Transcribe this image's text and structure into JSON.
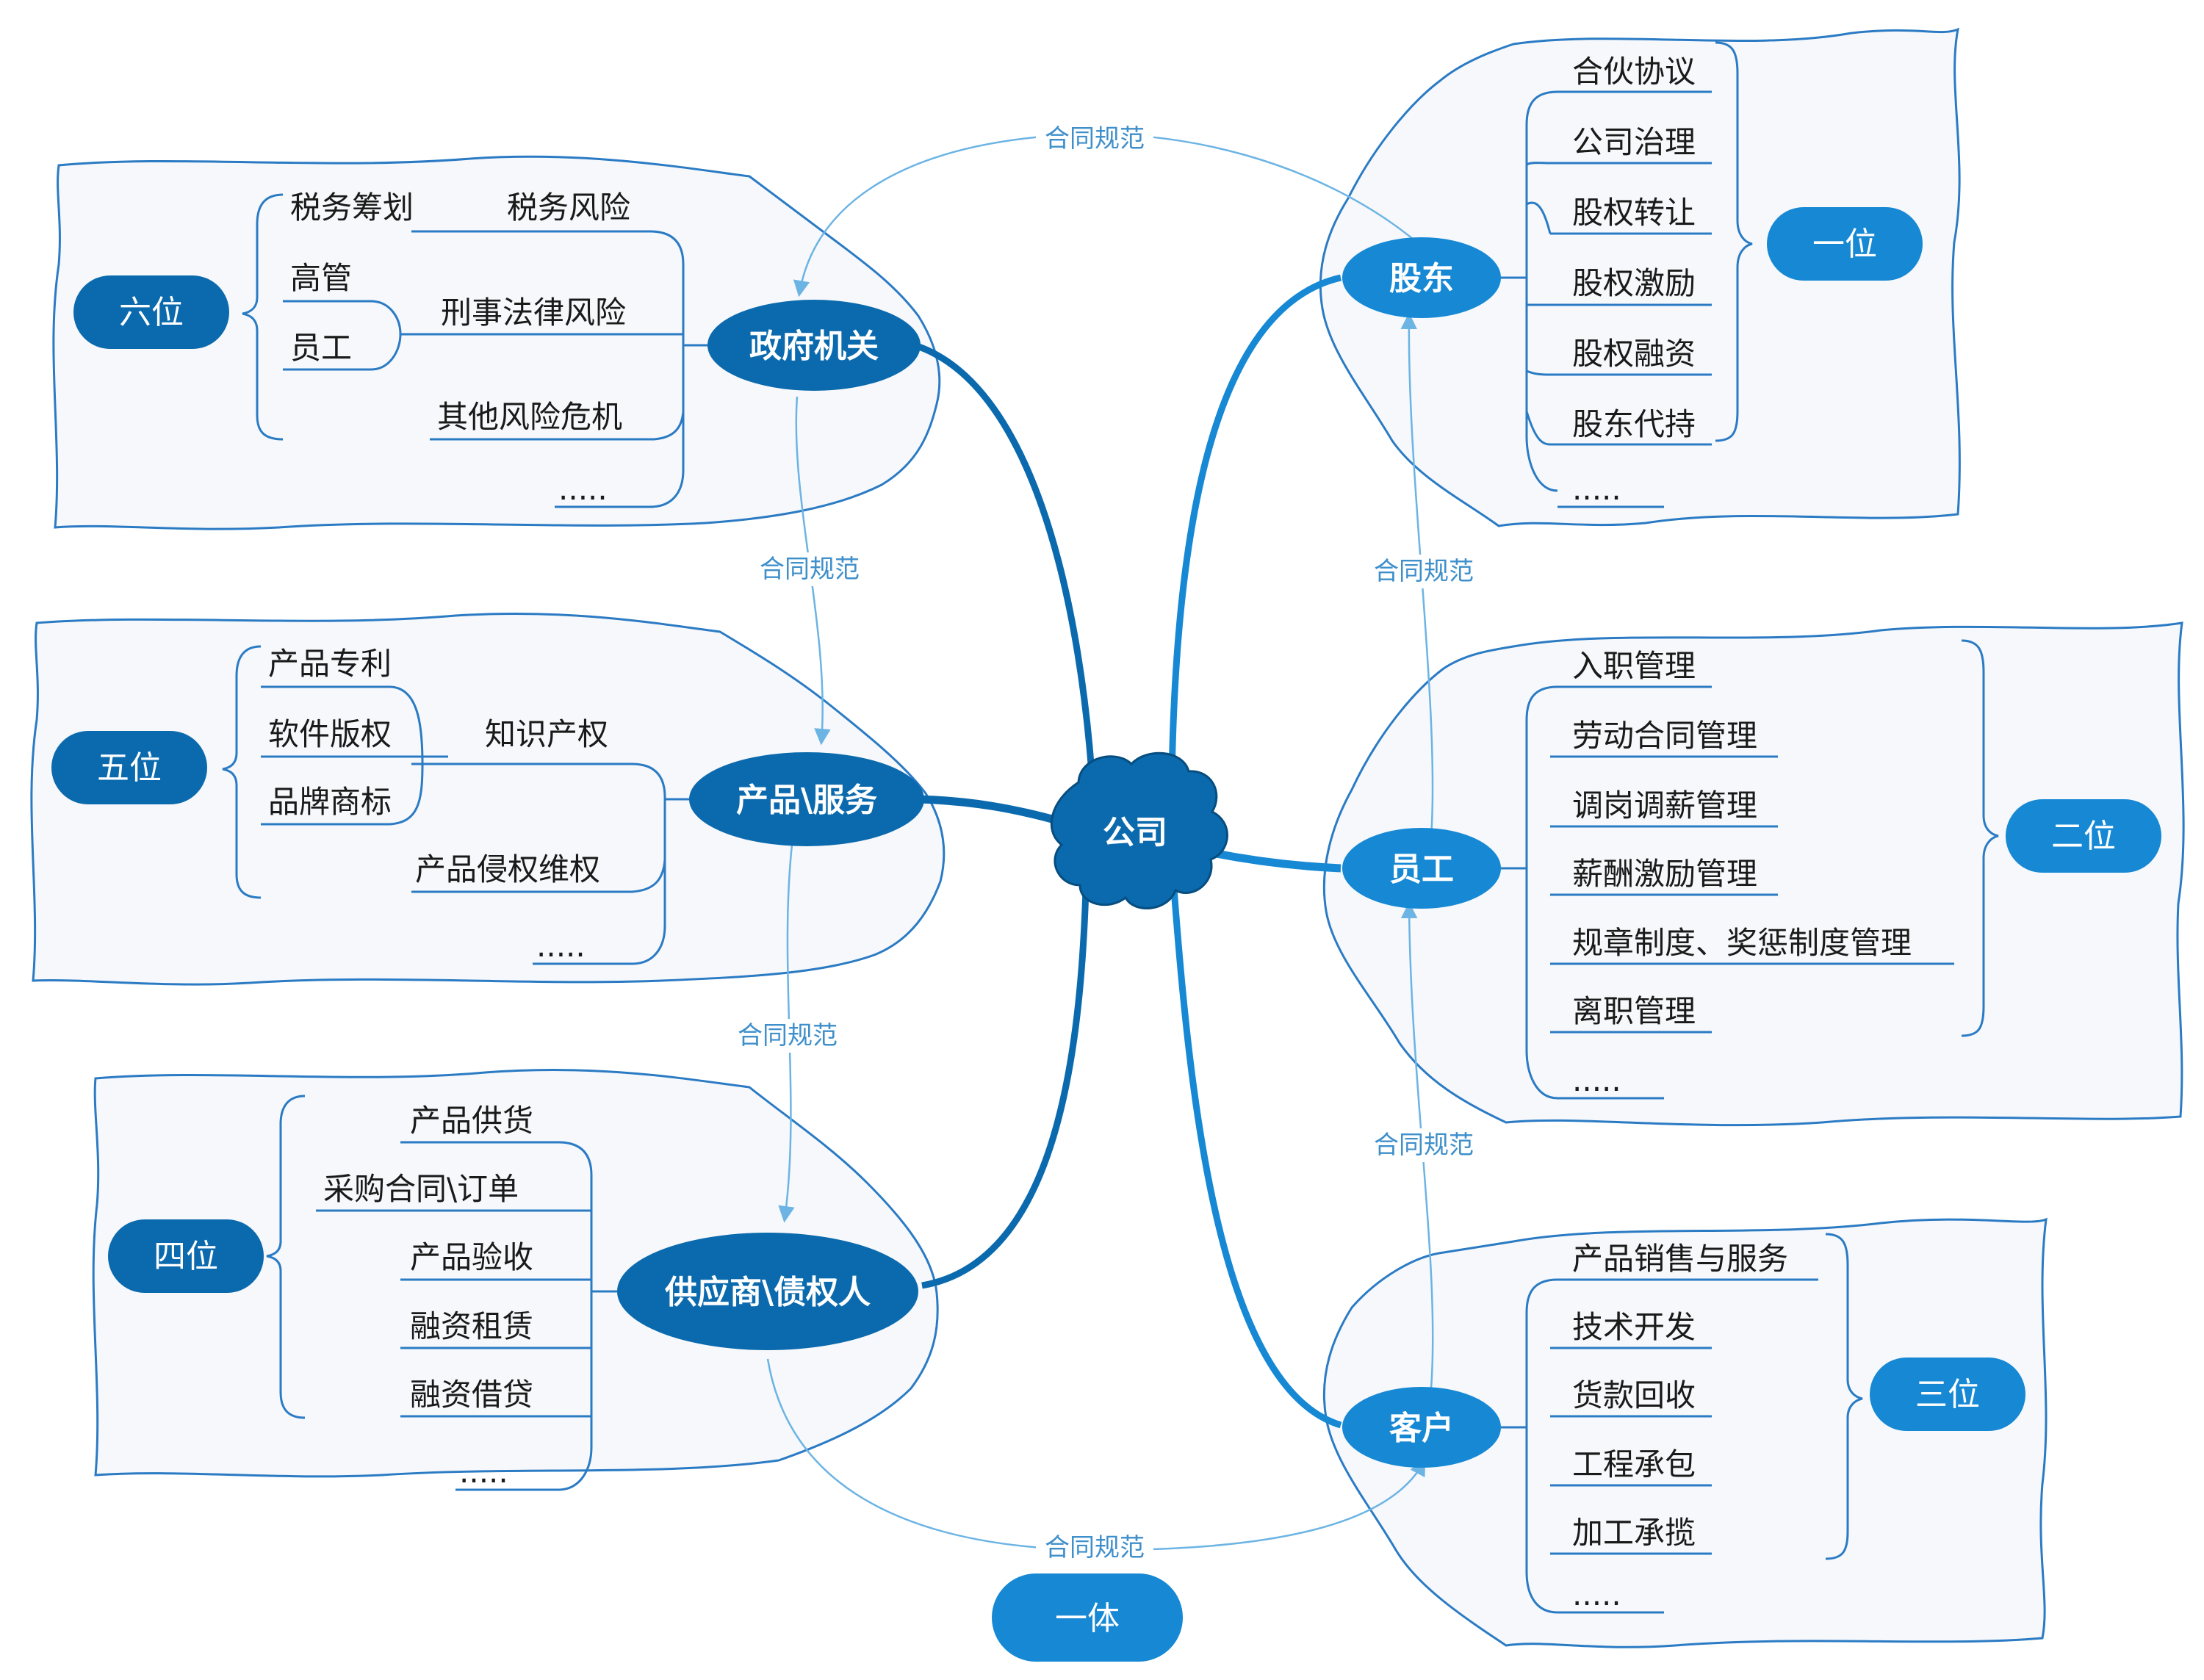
{
  "center": {
    "label": "公司"
  },
  "unity": {
    "label": "一体"
  },
  "branches": {
    "shareholder": {
      "label": "股东",
      "position": "一位",
      "items": [
        "合伙协议",
        "公司治理",
        "股权转让",
        "股权激励",
        "股权融资",
        "股东代持",
        "....."
      ]
    },
    "employee": {
      "label": "员工",
      "position": "二位",
      "items": [
        "入职管理",
        "劳动合同管理",
        "调岗调薪管理",
        "薪酬激励管理",
        "规章制度、奖惩制度管理",
        "离职管理",
        "....."
      ]
    },
    "customer": {
      "label": "客户",
      "position": "三位",
      "items": [
        "产品销售与服务",
        "技术开发",
        "货款回收",
        "工程承包",
        "加工承揽",
        "....."
      ]
    },
    "supplier": {
      "label": "供应商\\债权人",
      "position": "四位",
      "items": [
        "产品供货",
        "采购合同\\订单",
        "产品验收",
        "融资租赁",
        "融资借贷",
        "....."
      ]
    },
    "product": {
      "label": "产品\\服务",
      "position": "五位",
      "ip_label": "知识产权",
      "ip_items": [
        "产品专利",
        "软件版权",
        "品牌商标"
      ],
      "other_items": [
        "产品侵权维权",
        "....."
      ]
    },
    "government": {
      "label": "政府机关",
      "position": "六位",
      "tax_risk": "税务风险",
      "tax_plan": "税务筹划",
      "criminal_risk": "刑事法律风险",
      "criminal_items": [
        "高管",
        "员工"
      ],
      "other_risk": "其他风险危机",
      "ellipsis": "....."
    }
  },
  "relations": {
    "gov_shareholder": "合同规范",
    "gov_product": "合同规范",
    "product_supplier": "合同规范",
    "supplier_customer": "合同规范",
    "customer_employee": "合同规范",
    "employee_shareholder": "合同规范"
  },
  "colors": {
    "dark_blue": "#0b6aad",
    "mid_blue": "#1688d4",
    "light_blue": "#6cb4e4",
    "panel_fill": "#f6f8fb",
    "panel_stroke": "#2b7bc4"
  }
}
